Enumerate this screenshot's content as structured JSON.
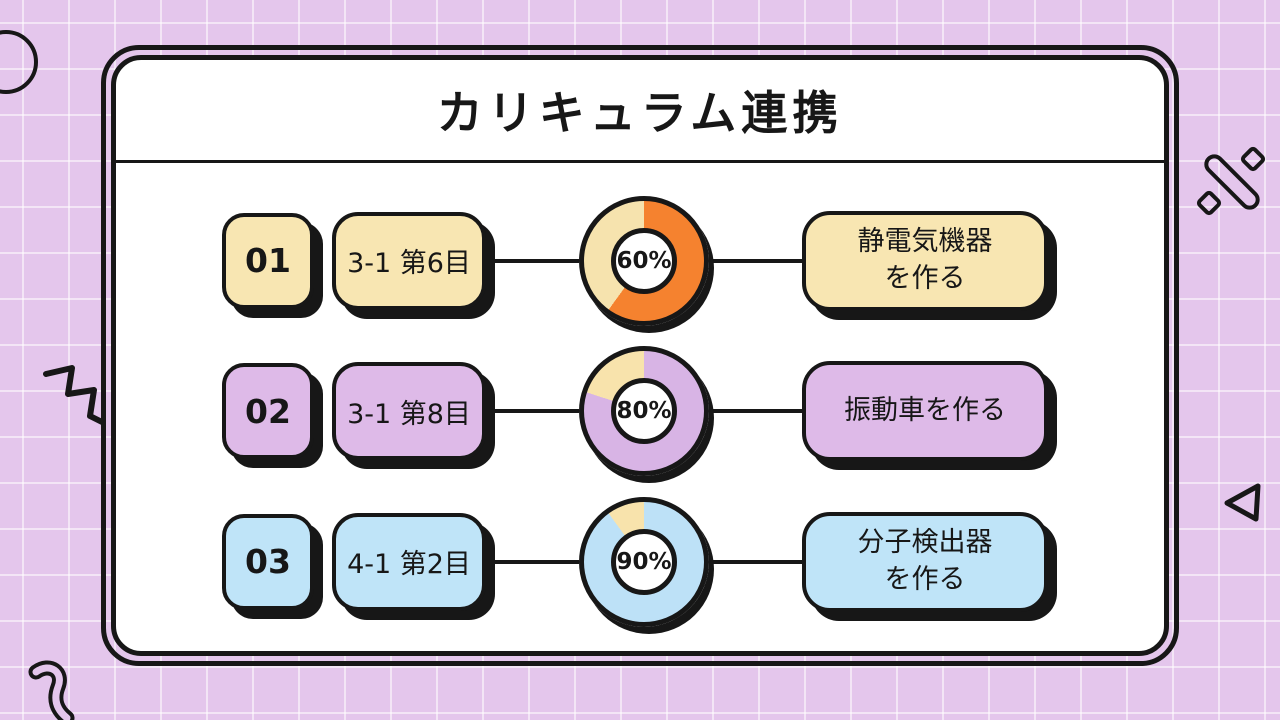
{
  "title": "カリキュラム連携",
  "rows": [
    {
      "number": "01",
      "label": "3-1 第6目",
      "percent": 60,
      "percent_label": "60%",
      "desc_line1": "静電気機器",
      "desc_line2": "を作る",
      "colors": {
        "box": "#F8E6B2",
        "progress": "#F5822F",
        "remainder": "#F6E3AE"
      }
    },
    {
      "number": "02",
      "label": "3-1 第8目",
      "percent": 80,
      "percent_label": "80%",
      "desc_line1": "振動車を作る",
      "desc_line2": "",
      "colors": {
        "box": "#DEBAE8",
        "progress": "#D8B4E5",
        "remainder": "#F8E3AC"
      }
    },
    {
      "number": "03",
      "label": "4-1 第2目",
      "percent": 90,
      "percent_label": "90%",
      "desc_line1": "分子検出器",
      "desc_line2": "を作る",
      "colors": {
        "box": "#BFE4F8",
        "progress": "#BDE1F7",
        "remainder": "#F8E3AC"
      }
    }
  ],
  "colors": {
    "background": "#E4C6EC",
    "grid_line": "#FFFFFF",
    "outline": "#171717",
    "card_background": "#FFFFFF"
  },
  "decorations": {
    "top_left": "circle-outline-icon",
    "right_upper": "percent-icon",
    "left_middle": "zigzag-icon",
    "right_lower": "triangle-outline-icon",
    "bottom_left": "curve-stroke-icon"
  }
}
